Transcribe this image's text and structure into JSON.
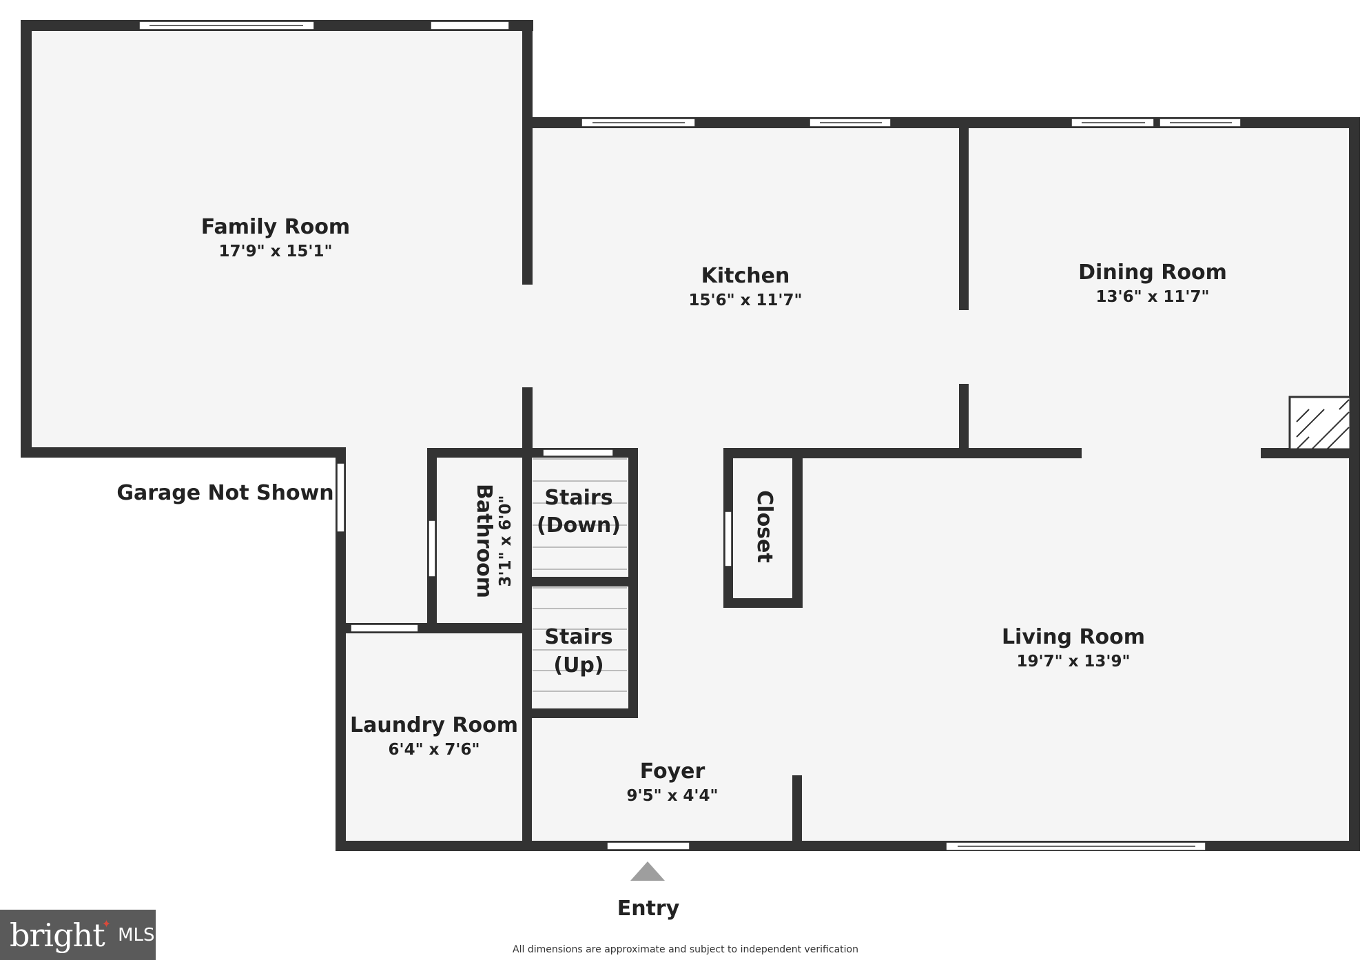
{
  "rooms": {
    "family": {
      "name": "Family Room",
      "dims": "17'9\" x 15'1\""
    },
    "kitchen": {
      "name": "Kitchen",
      "dims": "15'6\" x 11'7\""
    },
    "dining": {
      "name": "Dining Room",
      "dims": "13'6\" x 11'7\""
    },
    "bathroom": {
      "name": "Bathroom",
      "dims": "3'1\" x 6'0\""
    },
    "stairs_down": {
      "name_line1": "Stairs",
      "name_line2": "(Down)"
    },
    "stairs_up": {
      "name_line1": "Stairs",
      "name_line2": "(Up)"
    },
    "closet": {
      "name": "Closet"
    },
    "living": {
      "name": "Living Room",
      "dims": "19'7\" x 13'9\""
    },
    "laundry": {
      "name": "Laundry Room",
      "dims": "6'4\" x 7'6\""
    },
    "foyer": {
      "name": "Foyer",
      "dims": "9'5\" x 4'4\""
    }
  },
  "labels": {
    "garage": "Garage Not Shown",
    "entry": "Entry"
  },
  "footer": {
    "disclaimer": "All dimensions are approximate and subject to independent verification"
  },
  "logo": {
    "brand": "bright",
    "suffix": "MLS"
  },
  "colors": {
    "wall": "#333333",
    "floor": "#f5f5f5",
    "logo_bg": "#5a5a5a",
    "logo_accent": "#d94a3b"
  }
}
